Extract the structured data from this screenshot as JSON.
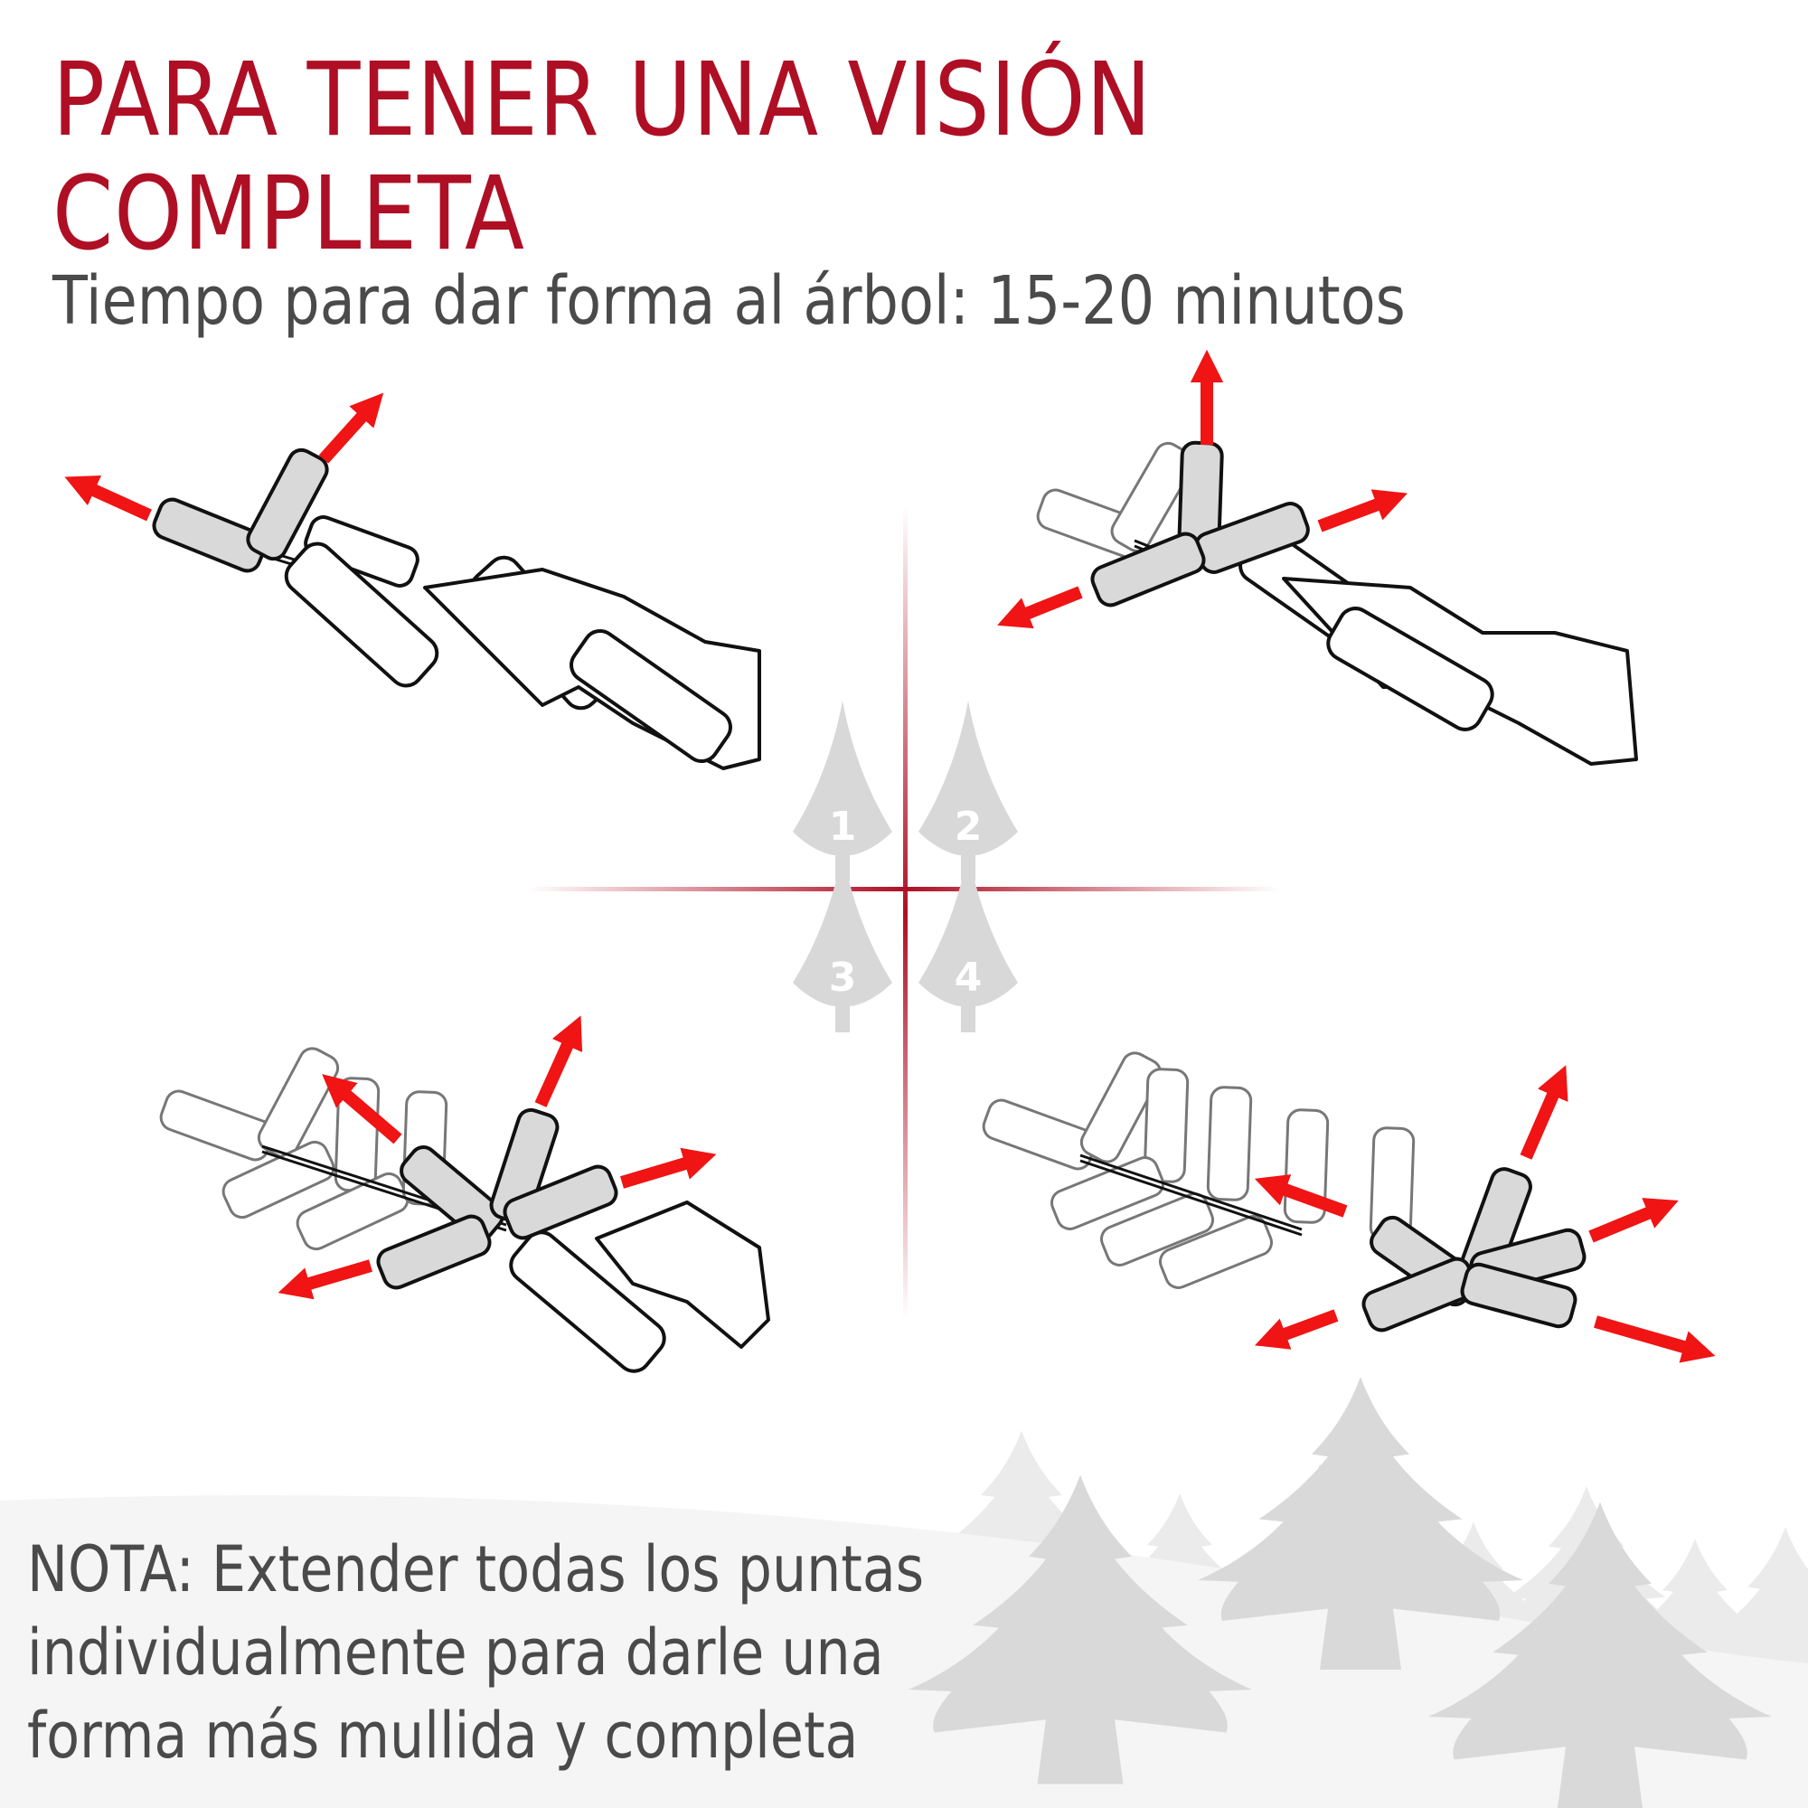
{
  "header": {
    "title_lines": [
      "PARA TENER UNA VISIÓN",
      "COMPLETA"
    ],
    "subtitle": "Tiempo para dar forma al árbol: 15-20 minutos"
  },
  "steps": [
    {
      "number": "1",
      "label": "step-1-icon"
    },
    {
      "number": "2",
      "label": "step-2-icon"
    },
    {
      "number": "3",
      "label": "step-3-icon"
    },
    {
      "number": "4",
      "label": "step-4-icon"
    }
  ],
  "note": {
    "lines": [
      "NOTA: Extender todas los puntas",
      "individualmente para darle una",
      "forma más mullida y completa"
    ]
  },
  "colors": {
    "title": "#ae0f24",
    "text": "#4a4a4a",
    "arrow": "#f01414",
    "crosshair": "#ae0f24",
    "step_tree": "#d8d8d8",
    "ground": "#f5f5f5",
    "tree_front": "#d9d9d9",
    "tree_back": "#ebebeb"
  }
}
